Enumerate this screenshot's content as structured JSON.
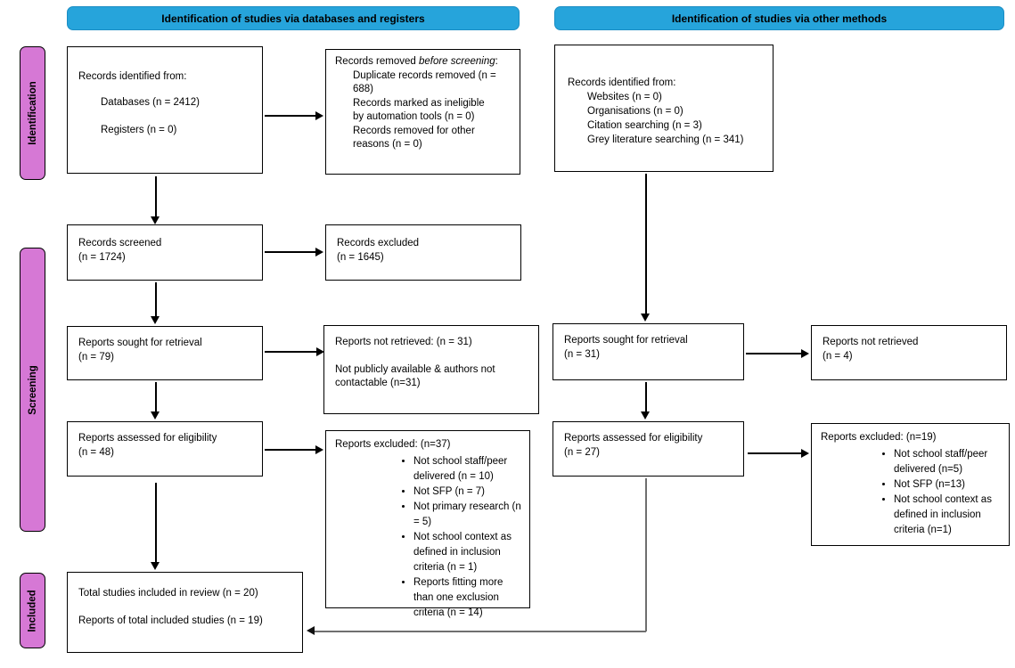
{
  "headers": {
    "left": "Identification of studies via databases and registers",
    "right": "Identification of studies via other methods"
  },
  "stage_labels": {
    "identification": "Identification",
    "screening": "Screening",
    "included": "Included"
  },
  "colors": {
    "header_bg": "#26A4DB",
    "stage_label_bg": "#D678D5",
    "box_border": "#000000",
    "connector_gray": "#6F6F6F"
  },
  "boxes": {
    "db_identified": {
      "title": "Records identified from:",
      "items": [
        "Databases (n = 2412)",
        "Registers (n = 0)"
      ]
    },
    "records_removed": {
      "prefix": "Records removed ",
      "italic": "before screening",
      "suffix": ":",
      "items": [
        "Duplicate records removed (n = 688)",
        "Records marked as ineligible by automation tools (n = 0)",
        "Records removed for other reasons (n = 0)"
      ]
    },
    "records_screened": {
      "line1": "Records screened",
      "line2": "(n = 1724)"
    },
    "records_excluded": {
      "line1": "Records excluded",
      "line2": "(n = 1645)"
    },
    "reports_sought_db": {
      "line1": "Reports sought for retrieval",
      "line2": "(n = 79)"
    },
    "reports_not_retrieved_db": {
      "line1": "Reports not retrieved: (n = 31)",
      "line2": "Not publicly available & authors not contactable (n=31)"
    },
    "reports_assessed_db": {
      "line1": "Reports assessed for eligibility",
      "line2": "(n = 48)"
    },
    "reports_excluded_db": {
      "title": "Reports excluded: (n=37)",
      "items": [
        "Not school staff/peer delivered (n = 10)",
        "Not SFP (n = 7)",
        "Not primary research (n = 5)",
        "Not school context as defined in inclusion criteria (n = 1)",
        "Reports fitting more than one exclusion criteria (n = 14)"
      ]
    },
    "included": {
      "line1": "Total studies included in review (n = 20)",
      "line2": "Reports of total included studies (n = 19)"
    },
    "other_identified": {
      "title": "Records identified from:",
      "items": [
        "Websites (n = 0)",
        "Organisations (n = 0)",
        "Citation searching (n = 3)",
        "Grey literature searching (n = 341)"
      ]
    },
    "reports_sought_other": {
      "line1": "Reports sought for retrieval",
      "line2": "(n = 31)"
    },
    "reports_not_retrieved_other": {
      "line1": "Reports not retrieved",
      "line2": "(n = 4)"
    },
    "reports_assessed_other": {
      "line1": "Reports assessed for eligibility",
      "line2": "(n = 27)"
    },
    "reports_excluded_other": {
      "title": "Reports excluded: (n=19)",
      "items": [
        "Not school staff/peer delivered (n=5)",
        "Not SFP (n=13)",
        "Not school context as defined in inclusion criteria (n=1)"
      ]
    }
  }
}
